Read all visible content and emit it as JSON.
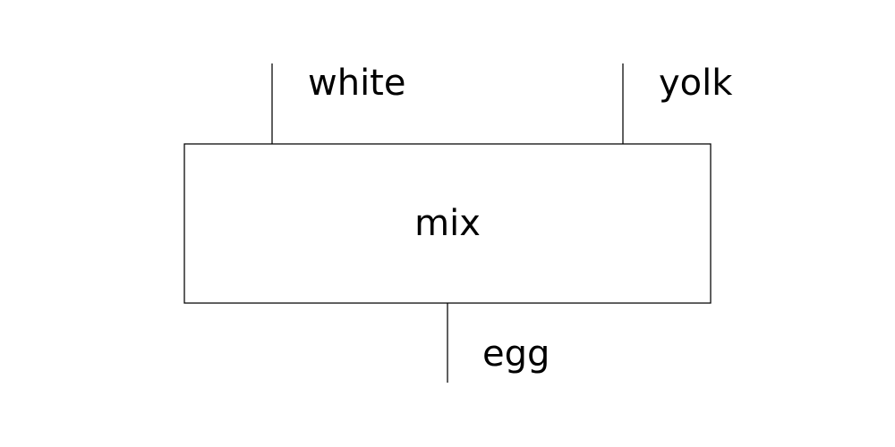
{
  "diagram": {
    "process_box": {
      "label": "mix"
    },
    "inputs": [
      {
        "label": "white"
      },
      {
        "label": "yolk"
      }
    ],
    "output": {
      "label": "egg"
    }
  }
}
